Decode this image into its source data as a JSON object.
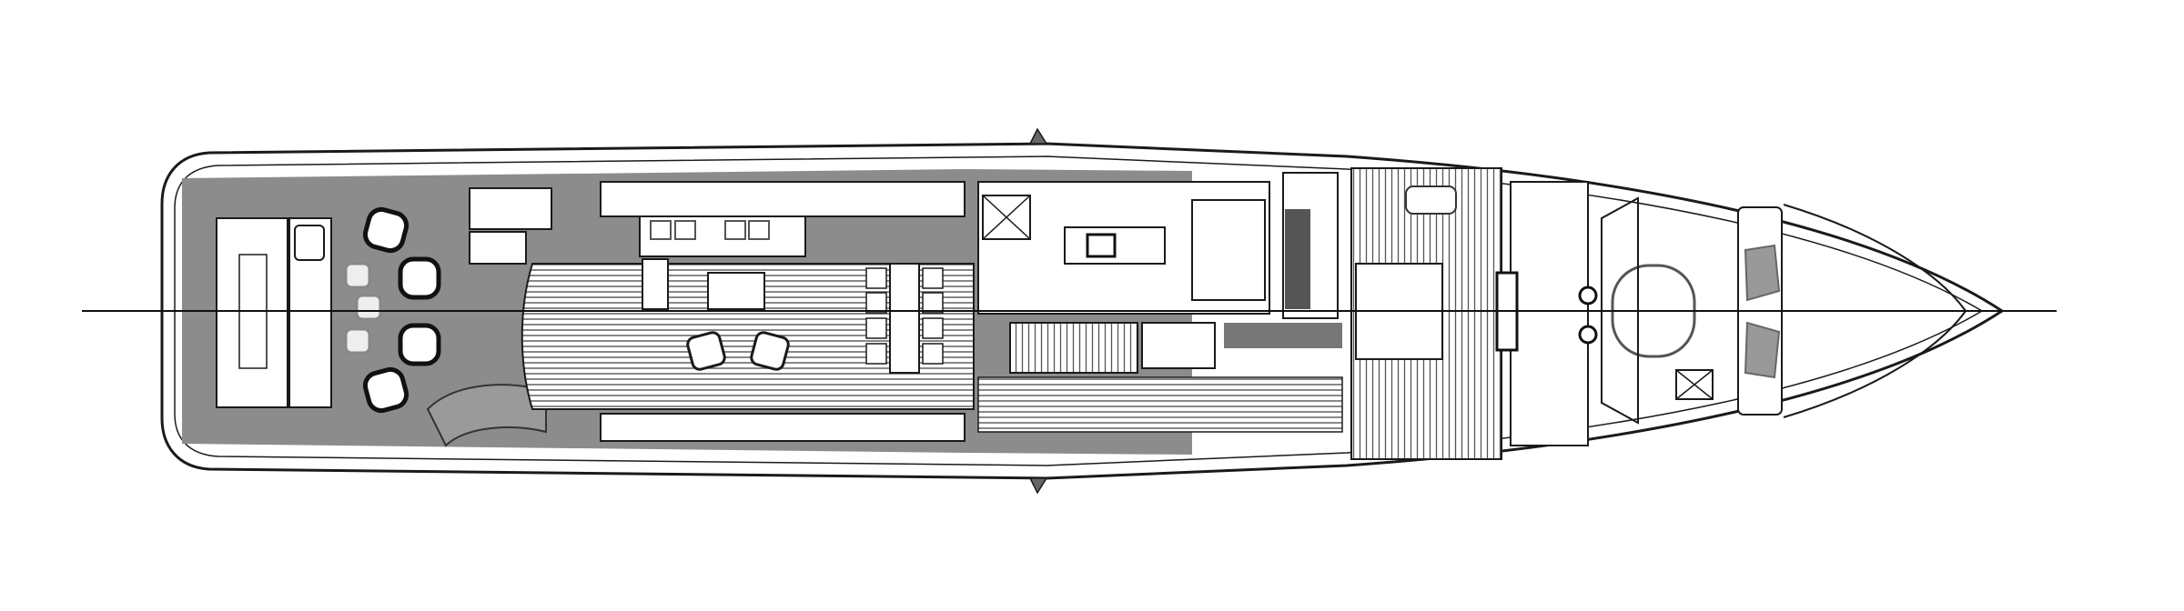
{
  "plan": {
    "colors": {
      "background": "#ffffff",
      "deck_gray": "#8c8c8c",
      "line": "#1a1a1a",
      "room_fill": "#ffffff",
      "planking": "#555555",
      "accent_gray": "#6e6e6e"
    },
    "aft_lounge_chairs": 4,
    "pouf_seats": 3,
    "saloon_armchairs": 2,
    "dining_chairs": 8
  }
}
